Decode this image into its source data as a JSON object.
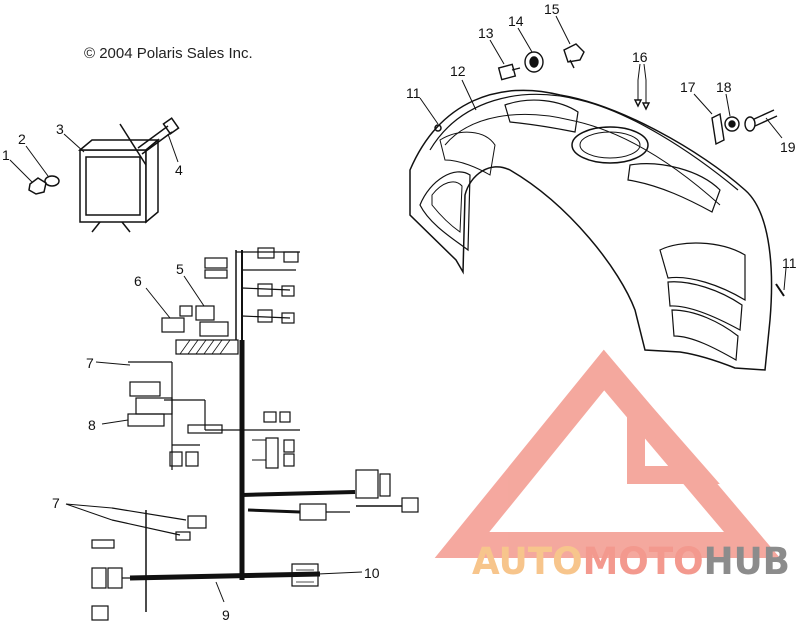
{
  "copyright": "© 2004 Polaris Sales Inc.",
  "callouts": {
    "c1": "1",
    "c2": "2",
    "c3": "3",
    "c4": "4",
    "c5": "5",
    "c6": "6",
    "c7a": "7",
    "c7b": "7",
    "c8": "8",
    "c9": "9",
    "c10": "10",
    "c11a": "11",
    "c11b": "11",
    "c12": "12",
    "c13": "13",
    "c14": "14",
    "c15": "15",
    "c16": "16",
    "c17": "17",
    "c18": "18",
    "c19": "19"
  },
  "watermark": {
    "part1": "AUTO",
    "part2": "MOTO",
    "part3": "HUB",
    "color_orange": "#f7c58c",
    "color_red": "#f3998e",
    "color_grey": "#8c8c8c"
  }
}
